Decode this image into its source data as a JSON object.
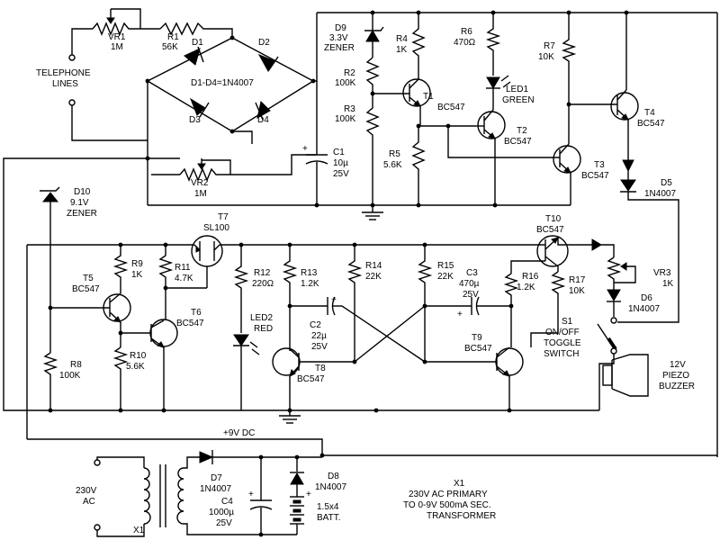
{
  "labels": {
    "vr1_ref": "VR1",
    "vr1_val": "1M",
    "r1_ref": "R1",
    "r1_val": "56K",
    "telephone_lines": [
      "TELEPHONE",
      "LINES"
    ],
    "d1": "D1",
    "d2": "D2",
    "d3": "D3",
    "d4": "D4",
    "bridge_note": "D1-D4=1N4007",
    "d9_ref": "D9",
    "d9_val1": "3.3V",
    "d9_val2": "ZENER",
    "r2_ref": "R2",
    "r2_val": "100K",
    "r3_ref": "R3",
    "r3_val": "100K",
    "c1_ref": "C1",
    "c1_val1": "10µ",
    "c1_val2": "25V",
    "r4_ref": "R4",
    "r4_val": "1K",
    "r5_ref": "R5",
    "r5_val": "5.6K",
    "r6_ref": "R6",
    "r6_val": "470Ω",
    "led1_ref": "LED1",
    "led1_val": "GREEN",
    "t1_ref": "T1",
    "t1_val": "BC547",
    "t2_ref": "T2",
    "t2_val": "BC547",
    "r7_ref": "R7",
    "r7_val": "10K",
    "t3_ref": "T3",
    "t3_val": "BC547",
    "t4_ref": "T4",
    "t4_val": "BC547",
    "d5_ref": "D5",
    "d5_val": "1N4007",
    "vr2_ref": "VR2",
    "vr2_val": "1M",
    "d10_ref": "D10",
    "d10_val1": "9.1V",
    "d10_val2": "ZENER",
    "t7_ref": "T7",
    "t7_val": "SL100",
    "r9_ref": "R9",
    "r9_val": "1K",
    "t5_ref": "T5",
    "t5_val": "BC547",
    "r11_ref": "R11",
    "r11_val": "4.7K",
    "t6_ref": "T6",
    "t6_val": "BC547",
    "r10_ref": "R10",
    "r10_val": "5.6K",
    "r8_ref": "R8",
    "r8_val": "100K",
    "r12_ref": "R12",
    "r12_val": "220Ω",
    "led2_ref": "LED2",
    "led2_val": "RED",
    "r13_ref": "R13",
    "r13_val": "1.2K",
    "c2_ref": "C2",
    "c2_val1": "22µ",
    "c2_val2": "25V",
    "t8_ref": "T8",
    "t8_val": "BC547",
    "r14_ref": "R14",
    "r14_val": "22K",
    "r15_ref": "R15",
    "r15_val": "22K",
    "c3_ref": "C3",
    "c3_val1": "470µ",
    "c3_val2": "25V",
    "t9_ref": "T9",
    "t9_val": "BC547",
    "t10_ref": "T10",
    "t10_val": "BC547",
    "r16_ref": "R16",
    "r16_val": "1.2K",
    "r17_ref": "R17",
    "r17_val": "10K",
    "vr3_ref": "VR3",
    "vr3_val": "1K",
    "d6_ref": "D6",
    "d6_val": "1N4007",
    "s1_ref": "S1",
    "s1_val1": "ON/OFF",
    "s1_val2": "TOGGLE",
    "s1_val3": "SWITCH",
    "buzzer": [
      "12V",
      "PIEZO",
      "BUZZER"
    ],
    "dc_rail": "+9V DC",
    "ac_in": [
      "230V",
      "AC"
    ],
    "x1_ref": "X1",
    "d7_ref": "D7",
    "d7_val": "1N4007",
    "c4_ref": "C4",
    "c4_val1": "1000µ",
    "c4_val2": "25V",
    "d8_ref": "D8",
    "d8_val": "1N4007",
    "batt": [
      "1.5x4",
      "BATT."
    ],
    "x1_note": [
      "X1",
      "230V AC PRIMARY",
      "TO 0-9V 500mA SEC.",
      "TRANSFORMER"
    ],
    "plus": "+"
  }
}
